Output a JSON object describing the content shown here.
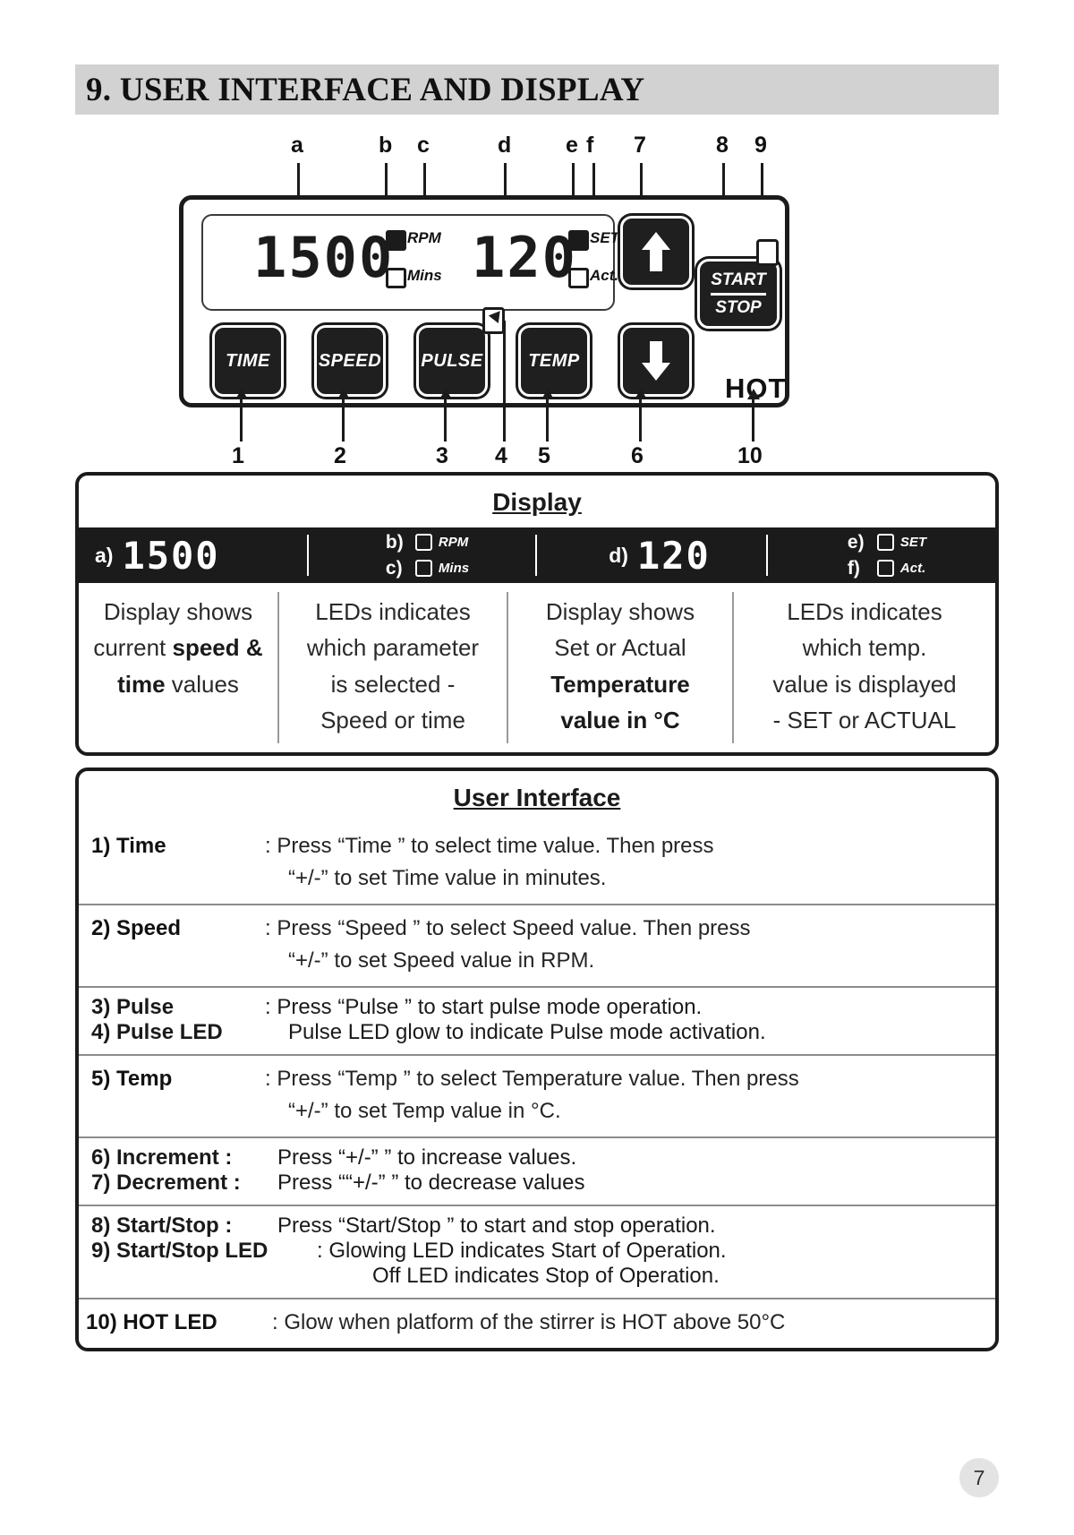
{
  "header": {
    "title": "9. USER INTERFACE AND DISPLAY"
  },
  "diagram": {
    "top_callouts": [
      "a",
      "b",
      "c",
      "d",
      "e",
      "f",
      "7",
      "8",
      "9"
    ],
    "bottom_callouts": [
      "1",
      "2",
      "3",
      "4",
      "5",
      "6",
      "10"
    ],
    "speed_display": "1500",
    "temp_display": "120",
    "led_rpm": "RPM",
    "led_mins": "Mins",
    "led_set": "SET",
    "led_act": "Act.",
    "buttons": {
      "time": "TIME",
      "speed": "SPEED",
      "pulse": "PULSE",
      "temp": "TEMP",
      "up": "up-arrow",
      "down": "down-arrow",
      "start": "START",
      "stop": "STOP"
    },
    "hot_label": "HOT"
  },
  "display_table": {
    "title": "Display",
    "head": {
      "a_index": "a)",
      "a_value": "1500",
      "b_index": "b)",
      "b_label": "RPM",
      "c_index": "c)",
      "c_label": "Mins",
      "d_index": "d)",
      "d_value": "120",
      "e_index": "e)",
      "e_label": "SET",
      "f_index": "f)",
      "f_label": "Act."
    },
    "cells": [
      {
        "l1": "Display shows",
        "l2a": "current ",
        "l2b": "speed &",
        "l3a": "time",
        "l3b": " values"
      },
      {
        "l1": "LEDs indicates",
        "l2": "which parameter",
        "l3": "is selected -",
        "l4": "Speed or time"
      },
      {
        "l1": "Display shows",
        "l2": "Set or Actual",
        "l3": "Temperature",
        "l4": "value in °C"
      },
      {
        "l1": "LEDs indicates",
        "l2": "which temp.",
        "l3": "value is displayed",
        "l4": "- SET or ACTUAL"
      }
    ]
  },
  "ui_table": {
    "title": "User Interface",
    "rows": [
      {
        "key": "1) Time",
        "line1": ": Press “Time ” to select time value. Then press",
        "line2": "“+/-” to set Time value in minutes."
      },
      {
        "key": "2) Speed",
        "line1": ": Press “Speed ” to select Speed value. Then press",
        "line2": "“+/-” to set Speed value in RPM."
      },
      {
        "key": "3) Pulse",
        "key2": "4) Pulse LED",
        "line1": ": Press “Pulse ” to start pulse mode operation.",
        "line2": "Pulse LED glow to indicate Pulse mode activation."
      },
      {
        "key": "5) Temp",
        "line1": ": Press “Temp ” to select Temperature value. Then press",
        "line2": "“+/-” to set Temp value in °C."
      },
      {
        "key": "6) Increment  :",
        "key2": "7) Decrement  :",
        "line1": "Press “+/-” ” to increase values.",
        "line2": "Press ““+/-” ” to decrease values"
      },
      {
        "key": "8) Start/Stop  :",
        "key2": "9) Start/Stop LED",
        "line1": "Press “Start/Stop ” to start and stop operation.",
        "line2": ": Glowing LED indicates Start of Operation.",
        "line3": "Off LED indicates Stop of Operation."
      },
      {
        "key": "10) HOT LED",
        "line1": ": Glow when platform of the stirrer is HOT above 50°C"
      }
    ]
  },
  "footer": {
    "page_number": "7"
  }
}
